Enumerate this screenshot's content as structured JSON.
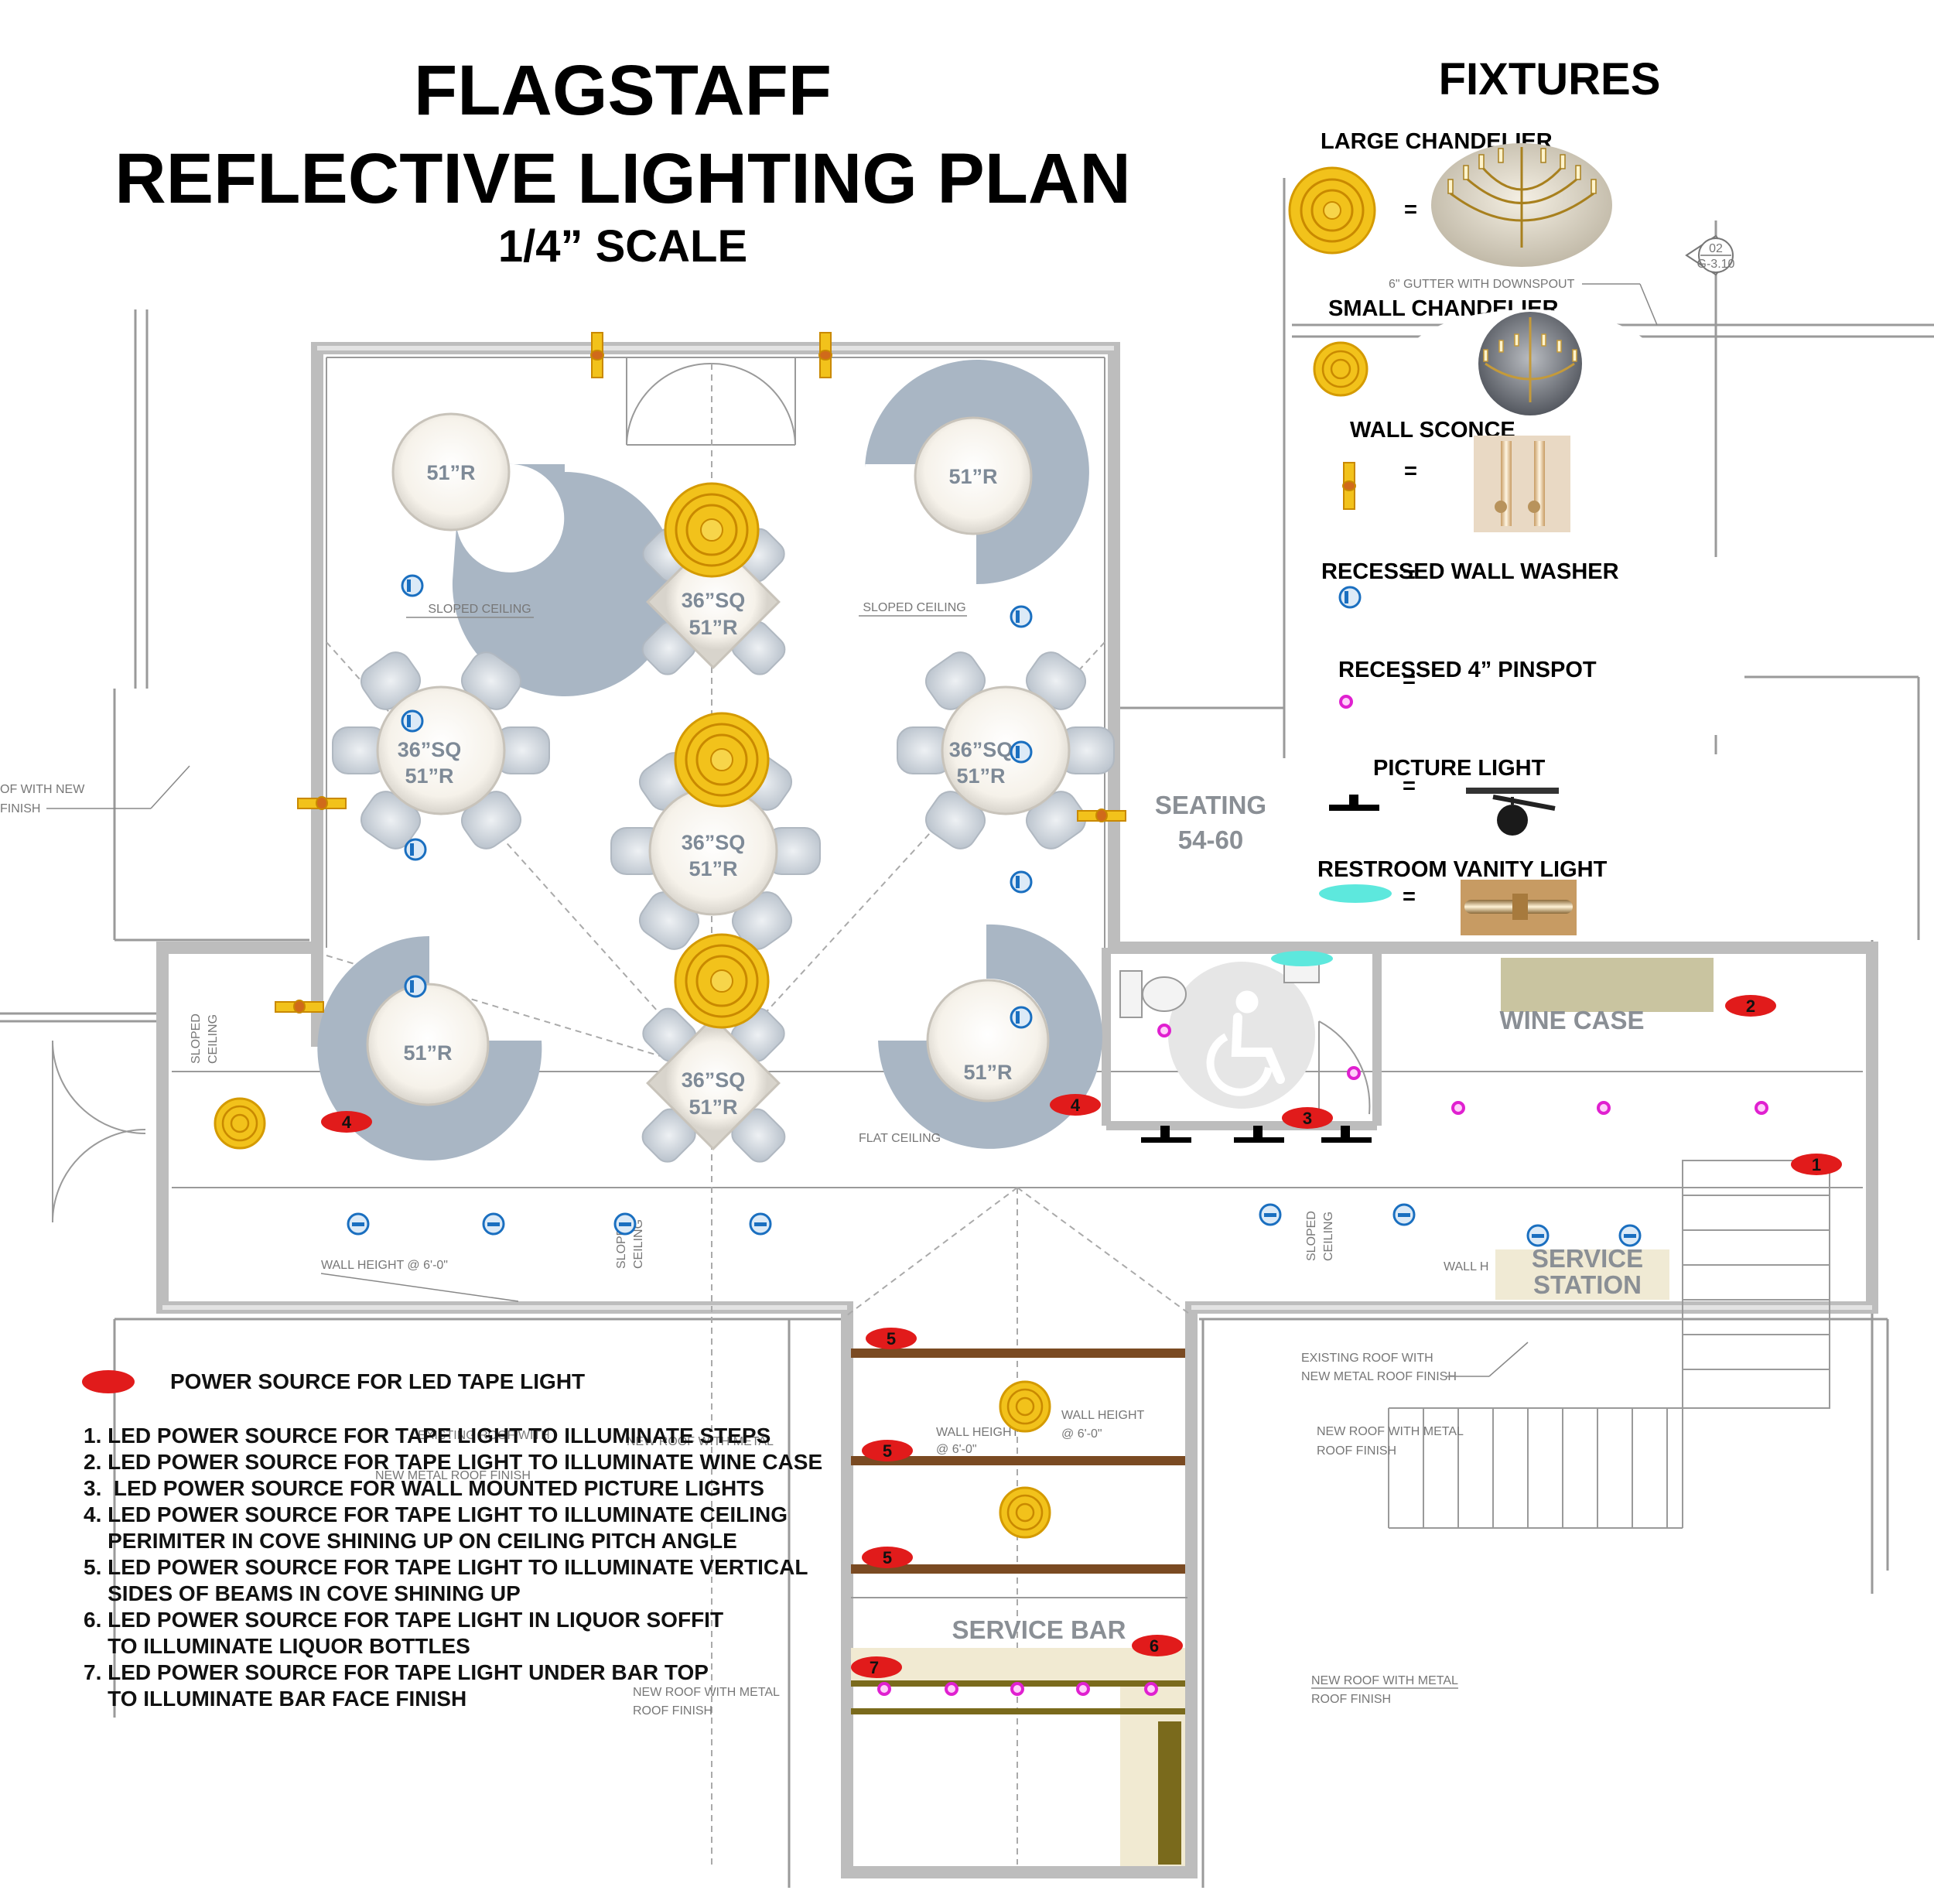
{
  "title": {
    "line1": "FLAGSTAFF",
    "line2": "REFLECTIVE LIGHTING PLAN",
    "line3": "1/4” SCALE"
  },
  "fixtures": {
    "heading": "FIXTURES",
    "items": [
      {
        "label": "LARGE CHANDELIER",
        "symbol": "large-chandelier-icon",
        "eq": "="
      },
      {
        "label": "SMALL CHANDELIER",
        "symbol": "small-chandelier-icon",
        "eq": "="
      },
      {
        "label": "WALL SCONCE",
        "symbol": "wall-sconce-icon",
        "eq": "="
      },
      {
        "label": "RECESSED WALL WASHER",
        "symbol": "wall-washer-icon",
        "eq": "="
      },
      {
        "label": "RECESSED 4” PINSPOT",
        "symbol": "pinspot-icon",
        "eq": "="
      },
      {
        "label": "PICTURE LIGHT",
        "symbol": "picture-light-icon",
        "eq": "="
      },
      {
        "label": "RESTROOM VANITY LIGHT",
        "symbol": "vanity-light-icon",
        "eq": "="
      }
    ]
  },
  "tables": {
    "round": "51”R",
    "square": "36”SQ"
  },
  "zones": {
    "seating_line1": "SEATING",
    "seating_line2": "54-60",
    "wine_case": "WINE CASE",
    "service_station_line1": "SERVICE",
    "service_station_line2": "STATION",
    "service_bar": "SERVICE BAR"
  },
  "notes": {
    "sloped_ceiling": "SLOPED CEILING",
    "sloped": "SLOPED",
    "ceiling": "CEILING",
    "flat_ceiling": "FLAT CEILING",
    "wall_height_6": "WALL HEIGHT @ 6'-0\"",
    "wall_height": "WALL HEIGHT",
    "at_6": "@ 6'-0\"",
    "wall_h": "WALL H",
    "gutter": "6\" GUTTER WITH DOWNSPOUT",
    "existing_roof_1": "EXISTING ROOF WITH",
    "existing_roof_2": "NEW METAL ROOF FINISH",
    "new_roof_1": "NEW ROOF WITH METAL",
    "new_roof_2": "ROOF FINISH",
    "left_roof_1": "OF WITH NEW",
    "left_roof_2": "FINISH",
    "section_top": "02",
    "section_bottom": "G-3.10"
  },
  "power_sources": [
    "1",
    "2",
    "3",
    "4",
    "4",
    "5",
    "5",
    "5",
    "6",
    "7"
  ],
  "legend": {
    "heading": "POWER SOURCE FOR LED TAPE LIGHT",
    "lines": [
      "1. LED POWER SOURCE FOR TAPE LIGHT TO ILLUMINATE STEPS",
      "2. LED POWER SOURCE FOR TAPE LIGHT TO ILLUMINATE WINE CASE",
      "3.  LED POWER SOURCE FOR WALL MOUNTED PICTURE LIGHTS",
      "4. LED POWER SOURCE FOR TAPE LIGHT TO ILLUMINATE CEILING",
      "    PERIMITER IN COVE SHINING UP ON CEILING PITCH ANGLE",
      "5. LED POWER SOURCE FOR TAPE LIGHT TO ILLUMINATE VERTICAL",
      "    SIDES OF BEAMS IN COVE SHINING UP",
      "6. LED POWER SOURCE FOR TAPE LIGHT IN LIQUOR SOFFIT",
      "    TO ILLUMINATE LIQUOR BOTTLES",
      "7. LED POWER SOURCE FOR TAPE LIGHT UNDER BAR TOP",
      "    TO ILLUMINATE BAR FACE FINISH"
    ]
  },
  "colors": {
    "wall": "#bdbdbd",
    "table_swing": "#a9b6c4",
    "chair": "#c9cfd6",
    "chandelier_gold": "#f2c21b",
    "chandelier_ring": "#d49a00",
    "washer_blue": "#3b8fd6",
    "pinspot_magenta": "#e020d0",
    "power_red": "#e11b1b",
    "beam_brown": "#7a4a22",
    "wine_case": "#c9c4a0",
    "bar_counter": "#f1ead2"
  }
}
